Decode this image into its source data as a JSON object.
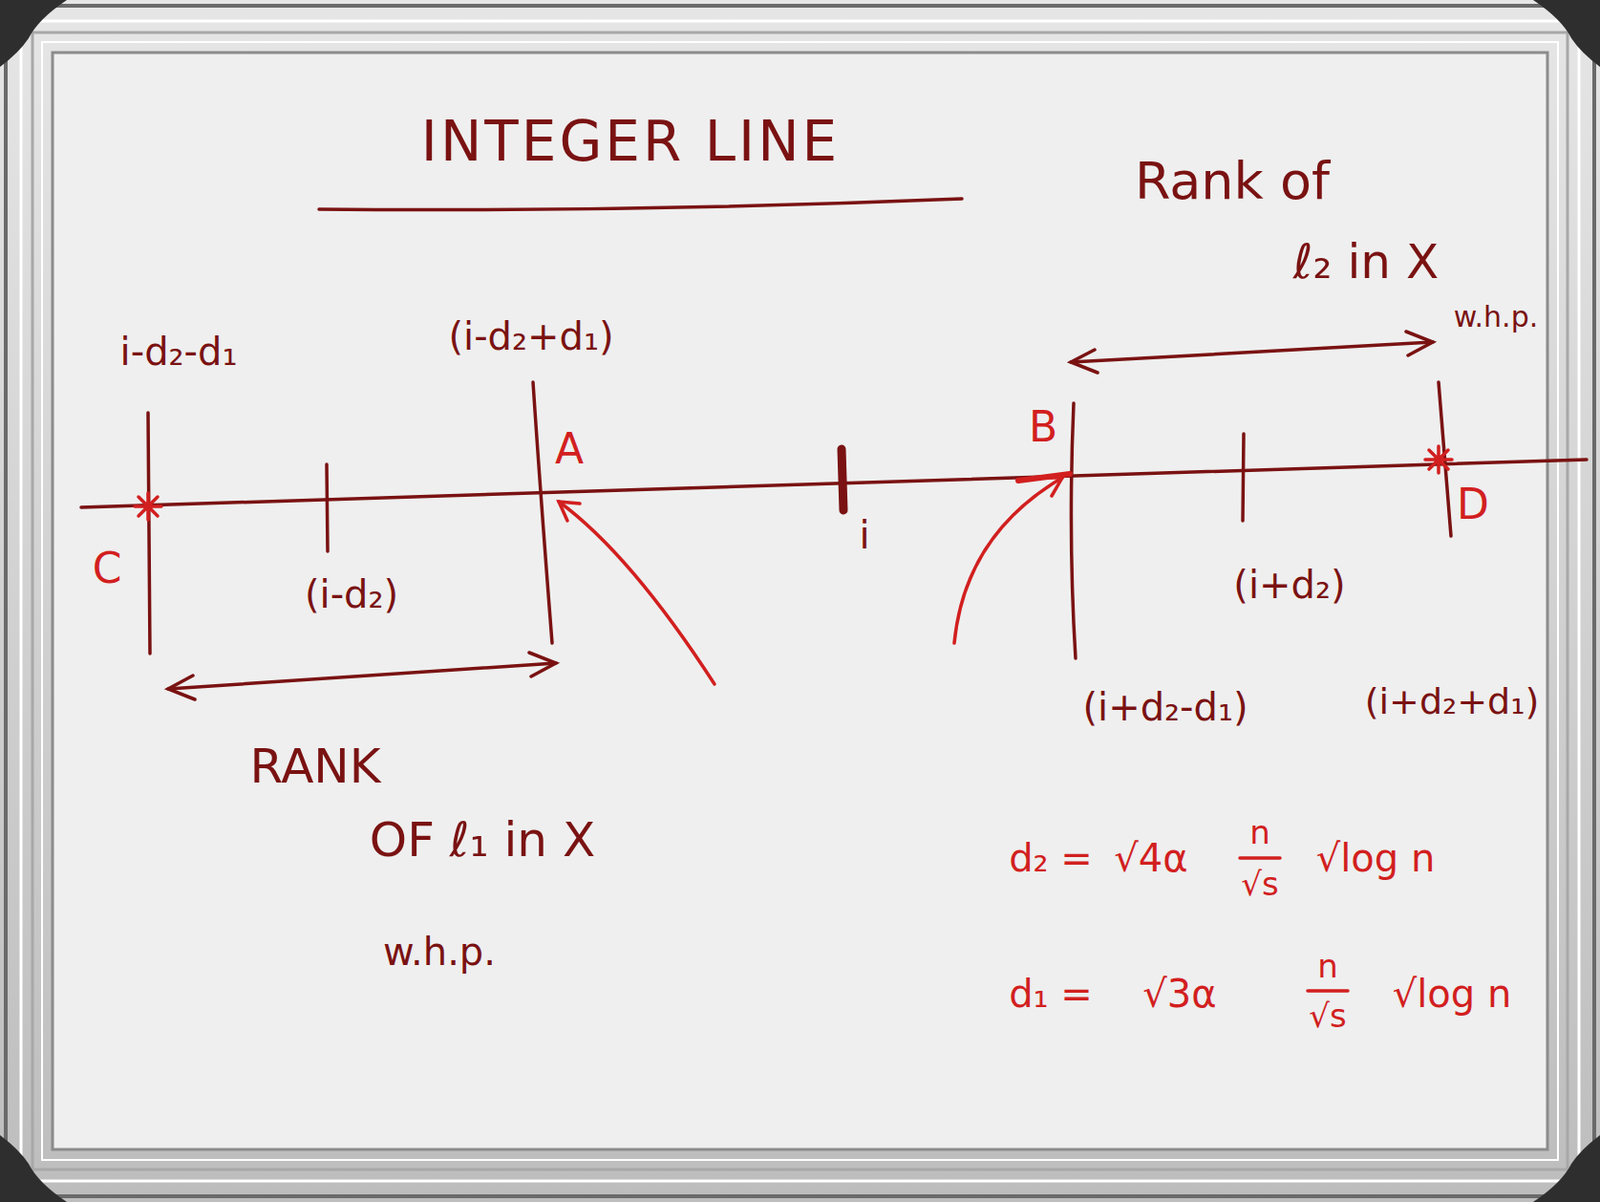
{
  "diagram": {
    "title": "INTEGER LINE",
    "labels": [
      "Rank of",
      "ℓ₂ in X",
      "w.h.p.",
      "i-d₂-d₁",
      "(i-d₂+d₁)",
      "A",
      "B",
      "C",
      "D",
      "i",
      "(i-d₂)",
      "(i+d₂)",
      "(i+d₂-d₁)",
      "(i+d₂+d₁)",
      "RANK",
      "OF ℓ₁ in X",
      "w.h.p.",
      "d₂ =",
      "√4α",
      "n",
      "√s",
      "√log n",
      "d₁ =",
      "√3α",
      "n",
      "√s",
      "√log n"
    ]
  }
}
